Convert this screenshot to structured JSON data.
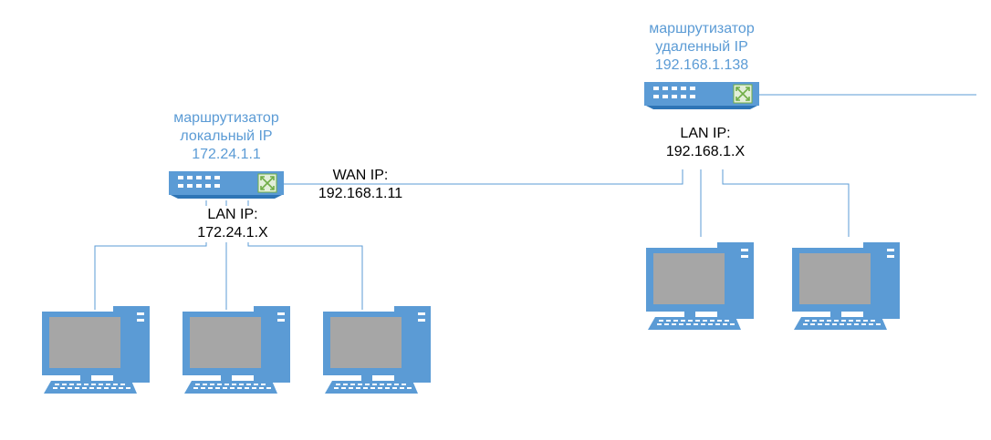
{
  "colors": {
    "device_fill": "#5b9bd5",
    "screen_fill": "#a6a6a6",
    "cable": "#5b9bd5",
    "label_blue": "#5b9bd5",
    "label_black": "#000000"
  },
  "local_router": {
    "name": "маршрутизатор",
    "ip_type": "локальный IP",
    "ip": "172.24.1.1",
    "wan_label": "WAN IP:",
    "wan_ip": "192.168.1.11",
    "lan_label": "LAN IP:",
    "lan_ip": "172.24.1.X"
  },
  "remote_router": {
    "name": "маршрутизатор",
    "ip_type": "удаленный IP",
    "ip": "192.168.1.138",
    "lan_label": "LAN IP:",
    "lan_ip": "192.168.1.X"
  },
  "icons": {
    "router": "router-switch-icon",
    "computer": "desktop-computer-icon"
  }
}
